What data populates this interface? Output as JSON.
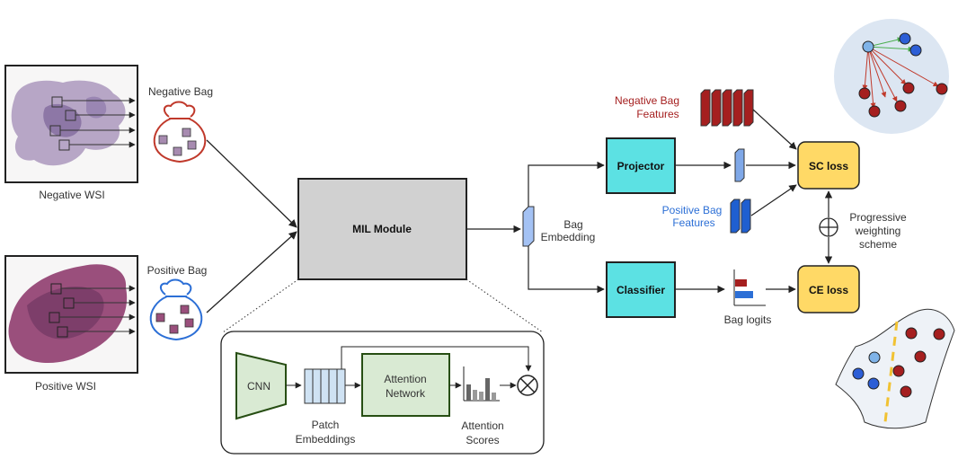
{
  "labels": {
    "negative_wsi": "Negative WSI",
    "positive_wsi": "Positive WSI",
    "negative_bag": "Negative Bag",
    "positive_bag": "Positive Bag",
    "mil_module": "MIL Module",
    "cnn": "CNN",
    "attention_network_1": "Attention",
    "attention_network_2": "Network",
    "patch_embeddings_1": "Patch",
    "patch_embeddings_2": "Embeddings",
    "attention_scores_1": "Attention",
    "attention_scores_2": "Scores",
    "bag_embedding_1": "Bag",
    "bag_embedding_2": "Embedding",
    "projector": "Projector",
    "classifier": "Classifier",
    "negative_bag_features_1": "Negative Bag",
    "negative_bag_features_2": "Features",
    "positive_bag_features_1": "Positive Bag",
    "positive_bag_features_2": "Features",
    "sc_loss": "SC loss",
    "ce_loss": "CE loss",
    "bag_logits": "Bag logits",
    "progressive_1": "Progressive",
    "progressive_2": "weighting",
    "progressive_3": "scheme"
  },
  "colors": {
    "negative": "#a51f1f",
    "positive": "#2c6fd6",
    "teal": "#5ce1e3",
    "gold": "#ffd966",
    "mil_gray": "#d1d1d1",
    "light_green": "#d9ead3",
    "light_blue": "#a4c2f4",
    "dark_green": "#274e13"
  }
}
